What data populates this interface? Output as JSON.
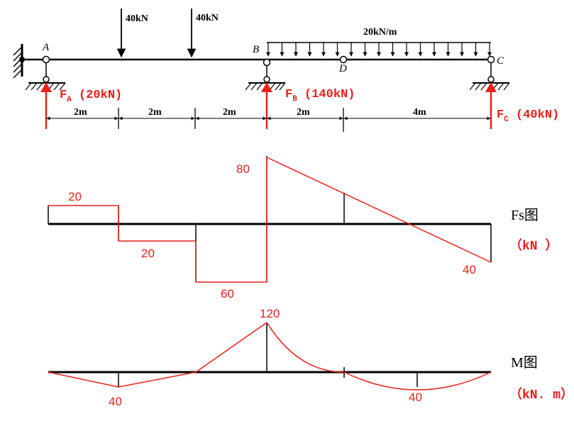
{
  "beam": {
    "load1": "40kN",
    "load2": "40kN",
    "dist_load": "20kN/m",
    "pt_a": "A",
    "pt_b": "B",
    "pt_c": "C",
    "pt_d": "D",
    "fa_main": "F",
    "fa_sub": "A",
    "fa_val": " (20kN)",
    "fb_main": "F",
    "fb_sub": "B",
    "fb_val": " (140kN)",
    "fc_main": "F",
    "fc_sub": "C",
    "fc_val": " (40kN)",
    "dims": [
      "2m",
      "2m",
      "2m",
      "2m",
      "4m"
    ]
  },
  "shear": {
    "label_20_top": "20",
    "label_20_mid": "20",
    "label_60": "60",
    "label_80": "80",
    "label_40": "40",
    "caption_main": "Fs",
    "caption_glyph": "图",
    "caption_unit": "（kN ）",
    "values_kN": [
      20,
      -20,
      -60,
      80,
      -40
    ]
  },
  "moment": {
    "label_120": "120",
    "label_40_left": "40",
    "label_40_right": "40",
    "caption_main": "M",
    "caption_glyph": "图",
    "caption_unit": "（kN. m）",
    "values_kNm": [
      0,
      -40,
      0,
      120,
      0,
      -40,
      0
    ]
  },
  "colors": {
    "ink": "#000000",
    "red": "#e8201a"
  }
}
